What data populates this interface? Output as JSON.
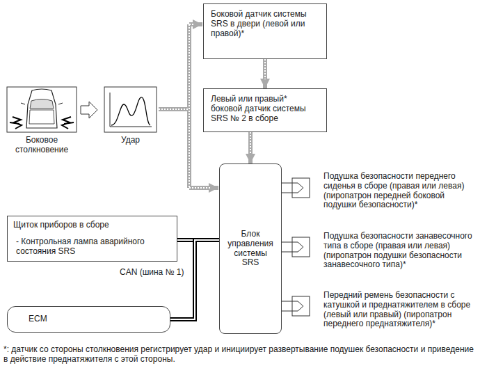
{
  "diagram": {
    "nodes": [
      {
        "text": [
          "Боковой датчик системы SRS в двери (левой или правой)*"
        ]
      },
      {
        "text": [
          "Левый или правый* боковой датчик системы SRS № 2 в сборе"
        ]
      },
      {
        "text": [
          "Блок управления системы SRS"
        ]
      },
      {
        "text": [
          "Щиток приборов в сборе",
          "- Контрольная лампа аварийного состояния SRS"
        ]
      },
      {
        "text": [
          "ECM"
        ]
      }
    ],
    "edges": [
      {
        "from": 0,
        "to": 1,
        "arrow": "to"
      },
      {
        "from": 1,
        "to": 2,
        "arrow": "to"
      },
      {
        "from": 3,
        "to": 2,
        "arrow": "none"
      },
      {
        "from": 4,
        "to": 2,
        "arrow": "none"
      }
    ],
    "labels": [
      "Боковое столкновение",
      "Удар",
      "Подушка безопасности переднего сиденья в сборе (правая или левая) (пиропатрон передней боковой подушки безопасности)*",
      "Подушка безопасности занавесочного типа в сборе (правая или левая) (пиропатрон подушки безопасности занавесочного типа)*",
      "Передний ремень безопасности с катушкой и преднатяжителем в сборе (левый или правый) (пиропатрон переднего преднатяжителя)*",
      "CAN (шина № 1)",
      "*: датчик со стороны столкновения регистрирует удар и инициирует развертывание подушек безопасности и приведение в действие преднатяжителя с этой стороны."
    ]
  }
}
